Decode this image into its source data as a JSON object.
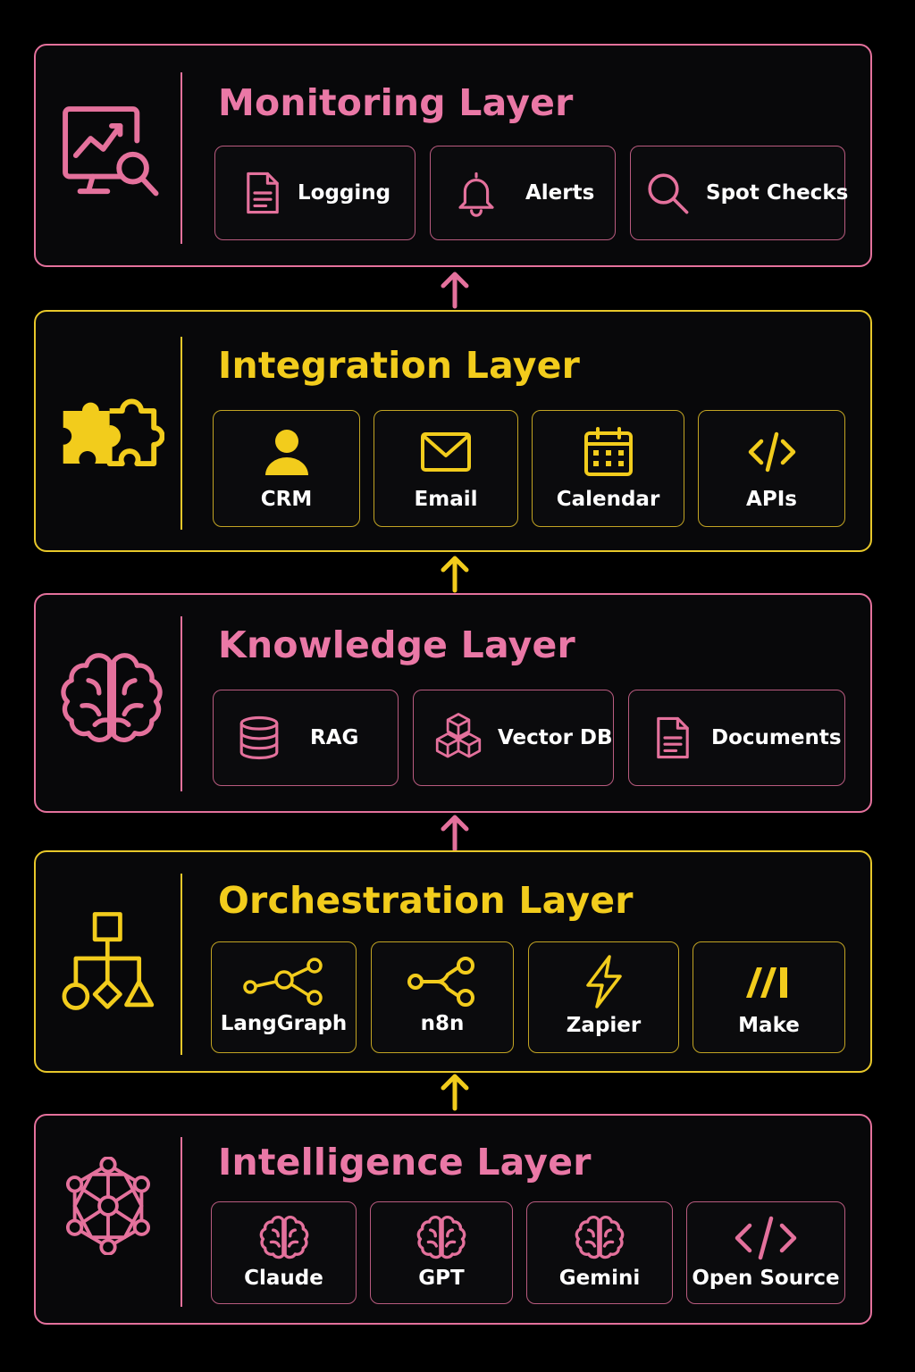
{
  "colors": {
    "pink": "#e4719c",
    "yellow": "#f2cc1c",
    "background": "#000000"
  },
  "layers": [
    {
      "title": "Monitoring Layer",
      "icon": "monitor-analytics-icon",
      "items": [
        {
          "label": "Logging",
          "icon": "document-icon"
        },
        {
          "label": "Alerts",
          "icon": "bell-icon"
        },
        {
          "label": "Spot Checks",
          "icon": "search-icon"
        }
      ]
    },
    {
      "title": "Integration Layer",
      "icon": "puzzle-icon",
      "items": [
        {
          "label": "CRM",
          "icon": "user-icon"
        },
        {
          "label": "Email",
          "icon": "envelope-icon"
        },
        {
          "label": "Calendar",
          "icon": "calendar-icon"
        },
        {
          "label": "APIs",
          "icon": "code-icon"
        }
      ]
    },
    {
      "title": "Knowledge Layer",
      "icon": "brain-icon",
      "items": [
        {
          "label": "RAG",
          "icon": "database-icon"
        },
        {
          "label": "Vector DB",
          "icon": "cubes-icon"
        },
        {
          "label": "Documents",
          "icon": "document-icon"
        }
      ]
    },
    {
      "title": "Orchestration Layer",
      "icon": "workflow-tree-icon",
      "items": [
        {
          "label": "LangGraph",
          "icon": "graph-nodes-icon"
        },
        {
          "label": "n8n",
          "icon": "share-nodes-icon"
        },
        {
          "label": "Zapier",
          "icon": "lightning-icon"
        },
        {
          "label": "Make",
          "icon": "make-logo-icon"
        }
      ]
    },
    {
      "title": "Intelligence Layer",
      "icon": "neural-network-icon",
      "items": [
        {
          "label": "Claude",
          "icon": "brain-icon"
        },
        {
          "label": "GPT",
          "icon": "brain-icon"
        },
        {
          "label": "Gemini",
          "icon": "brain-icon"
        },
        {
          "label": "Open Source",
          "icon": "code-icon"
        }
      ]
    }
  ]
}
